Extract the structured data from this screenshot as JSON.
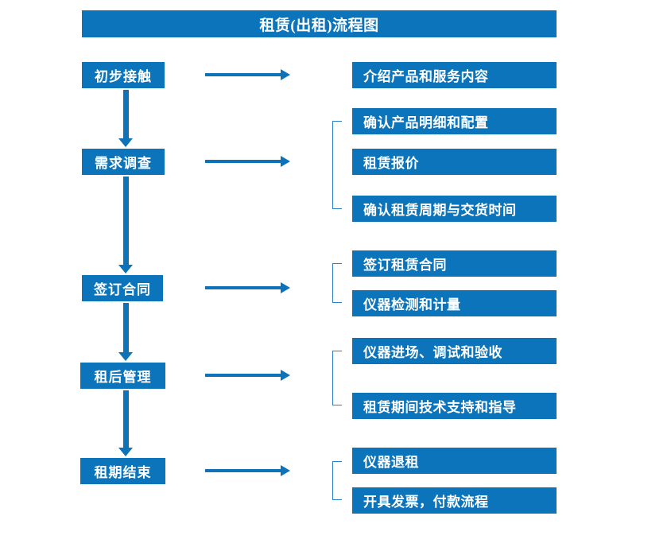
{
  "diagram": {
    "title": "租赁(出租)流程图",
    "accent_color": "#0c74ba",
    "arrow_color": "#0d72b8",
    "bracket_color": "#2d7fc4",
    "text_color": "#ffffff",
    "background_color": "#ffffff",
    "type": "flowchart",
    "stages": [
      {
        "id": "stage-1",
        "label": "初步接触",
        "details": [
          "介绍产品和服务内容"
        ],
        "has_bracket": false
      },
      {
        "id": "stage-2",
        "label": "需求调查",
        "details": [
          "确认产品明细和配置",
          "租赁报价",
          "确认租赁周期与交货时间"
        ],
        "has_bracket": true
      },
      {
        "id": "stage-3",
        "label": "签订合同",
        "details": [
          "签订租赁合同",
          "仪器检测和计量"
        ],
        "has_bracket": true
      },
      {
        "id": "stage-4",
        "label": "租后管理",
        "details": [
          "仪器进场、调试和验收",
          "租赁期间技术支持和指导"
        ],
        "has_bracket": true
      },
      {
        "id": "stage-5",
        "label": "租期结束",
        "details": [
          "仪器退租",
          "开具发票，付款流程"
        ],
        "has_bracket": true
      }
    ],
    "detail_boxes_flat": [
      "介绍产品和服务内容",
      "确认产品明细和配置",
      "租赁报价",
      "确认租赁周期与交货时间",
      "签订租赁合同",
      "仪器检测和计量",
      "仪器进场、调试和验收",
      "租赁期间技术支持和指导",
      "仪器退租",
      "开具发票，付款流程"
    ],
    "connector_count_vertical": 4,
    "connector_count_horizontal": 5
  }
}
